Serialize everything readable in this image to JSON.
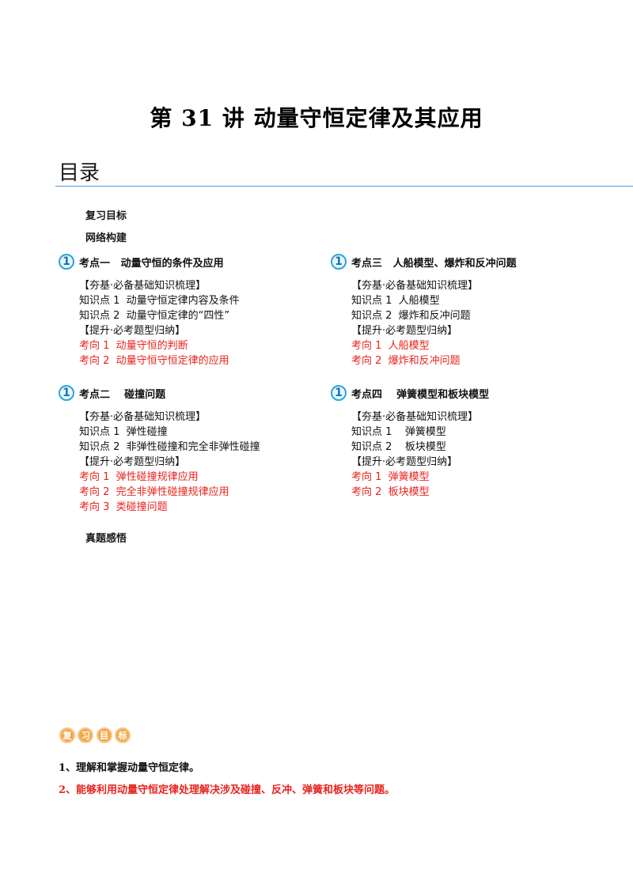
{
  "title": "第 31 讲  动量守恒定律及其应用",
  "toc_heading": "目录",
  "links": {
    "review_goal": "复习目标",
    "network": "网络构建",
    "real_exam": "真题感悟"
  },
  "sections": [
    {
      "icon": "1",
      "title": "考点一   动量守恒的条件及应用",
      "items": [
        {
          "text": "【夯基·必备基础知识梳理】",
          "red": false
        },
        {
          "text": "知识点 1  动量守恒定律内容及条件",
          "red": false
        },
        {
          "text": "知识点 2  动量守恒定律的“四性”",
          "red": false
        },
        {
          "text": "【提升·必考题型归纳】",
          "red": false
        },
        {
          "text": "考向 1  动量守恒的判断",
          "red": true
        },
        {
          "text": "考向 2  动量守恒守恒定律的应用",
          "red": true
        }
      ]
    },
    {
      "icon": "1",
      "title": "考点三   人船模型、爆炸和反冲问题",
      "items": [
        {
          "text": "【夯基·必备基础知识梳理】",
          "red": false
        },
        {
          "text": "知识点 1  人船模型",
          "red": false
        },
        {
          "text": "知识点 2  爆炸和反冲问题",
          "red": false
        },
        {
          "text": "【提升·必考题型归纳】",
          "red": false
        },
        {
          "text": "考向 1  人船模型",
          "red": true
        },
        {
          "text": "考向 2  爆炸和反冲问题",
          "red": true
        }
      ]
    },
    {
      "icon": "1",
      "title": "考点二    碰撞问题",
      "items": [
        {
          "text": "【夯基·必备基础知识梳理】",
          "red": false
        },
        {
          "text": "知识点 1  弹性碰撞",
          "red": false
        },
        {
          "text": "知识点 2  非弹性碰撞和完全非弹性碰撞",
          "red": false
        },
        {
          "text": "【提升·必考题型归纳】",
          "red": false
        },
        {
          "text": "考向 1  弹性碰撞规律应用",
          "red": true
        },
        {
          "text": "考向 2  完全非弹性碰撞规律应用",
          "red": true
        },
        {
          "text": "考向 3  类碰撞问题",
          "red": true
        }
      ]
    },
    {
      "icon": "1",
      "title": "考点四    弹簧模型和板块模型",
      "items": [
        {
          "text": "【夯基·必备基础知识梳理】",
          "red": false
        },
        {
          "text": "知识点 1    弹簧模型",
          "red": false
        },
        {
          "text": "知识点 2    板块模型",
          "red": false
        },
        {
          "text": "【提升·必考题型归纳】",
          "red": false
        },
        {
          "text": "考向 1  弹簧模型",
          "red": true
        },
        {
          "text": "考向 2  板块模型",
          "red": true
        }
      ]
    }
  ],
  "badge_chars": [
    "复",
    "习",
    "目",
    "标"
  ],
  "goals": [
    {
      "text": "1、理解和掌握动量守恒定律。",
      "color": "#111111"
    },
    {
      "text": "2、能够利用动量守恒定律处理解决涉及碰撞、反冲、弹簧和板块等问题。",
      "color": "#e8231d"
    }
  ],
  "colors": {
    "accent_red": "#e8231d",
    "rule_blue": "#5b9bd5",
    "icon_blue": "#2aa5dc",
    "badge_orange": "#f2a94e"
  }
}
